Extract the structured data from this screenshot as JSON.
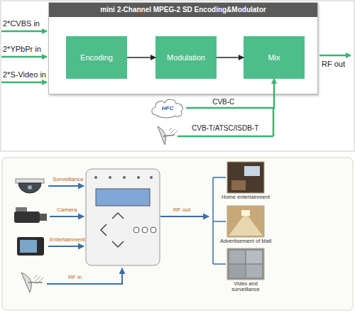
{
  "diagram": {
    "nodes": [
      {
        "text": [
          "mini 2-Channel MPEG-2 SD Encoding&Modulator"
        ]
      },
      {
        "text": [
          "Encoding"
        ],
        "in": 0
      },
      {
        "text": [
          "Modulation"
        ],
        "in": 0
      },
      {
        "text": [
          "Mix"
        ],
        "in": 0
      },
      {
        "text": [
          "HFC"
        ]
      }
    ],
    "edges": [
      {
        "from": 1,
        "to": 2,
        "arrow": "to"
      },
      {
        "from": 2,
        "to": 3,
        "arrow": "to"
      },
      {
        "from": 4,
        "to": 3,
        "label": "CVB-C",
        "arrow": "to"
      }
    ],
    "labels": [
      "2*CVBS in",
      "2*YPbPr in",
      "2*S-Video in",
      "RF out",
      "CVB-T/ATSC/ISDB-T",
      "Surveillance",
      "Camera",
      "Entertainment",
      "RF out",
      "RF in",
      "Home entertainment",
      "Advertisement of Mall",
      "Video and surveillance"
    ]
  }
}
